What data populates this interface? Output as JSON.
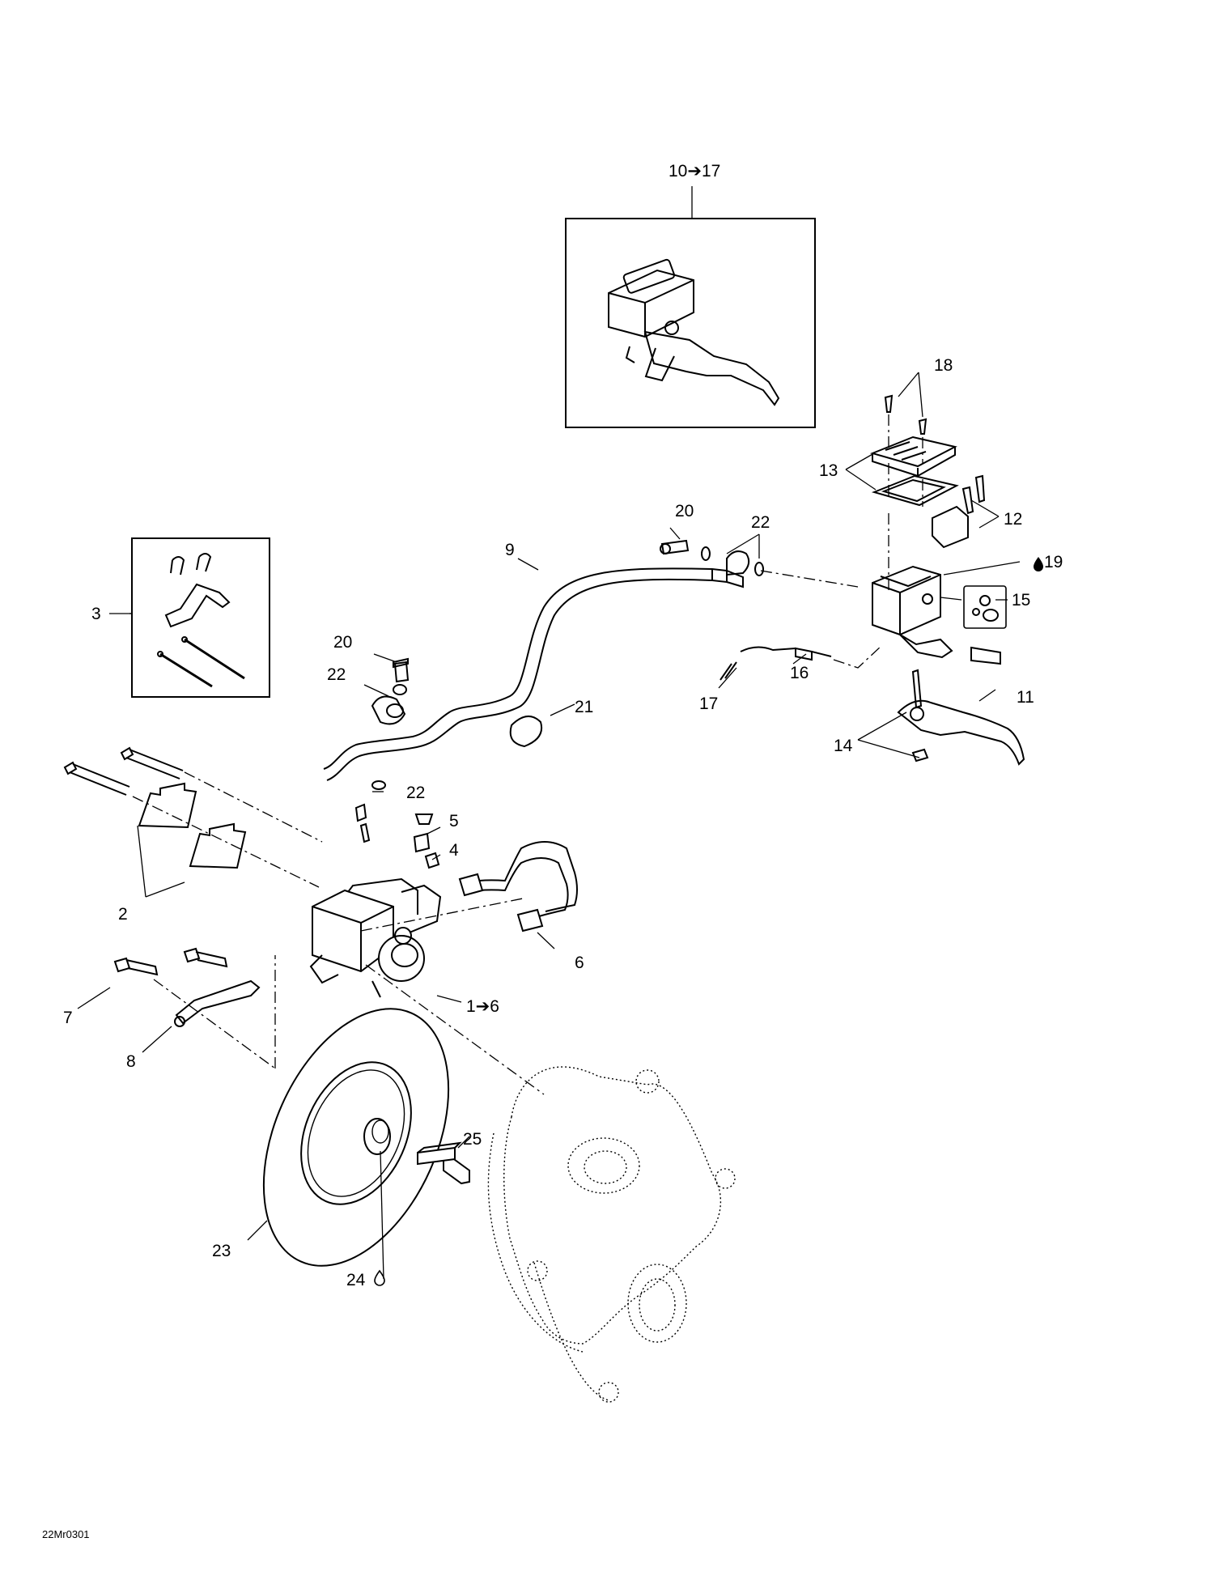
{
  "callouts": {
    "c1_6": "1➔6",
    "c2": "2",
    "c3": "3",
    "c4": "4",
    "c5": "5",
    "c6": "6",
    "c7": "7",
    "c8": "8",
    "c9": "9",
    "c10_17": "10➔17",
    "c11": "11",
    "c12": "12",
    "c13": "13",
    "c14": "14",
    "c15": "15",
    "c16": "16",
    "c17": "17",
    "c18": "18",
    "c19": "19",
    "c20a": "20",
    "c20b": "20",
    "c21": "21",
    "c22a": "22",
    "c22b": "22",
    "c22c": "22",
    "c23": "23",
    "c24": "24",
    "c25": "25"
  },
  "drawing_code": "22Mr0301",
  "icons": {
    "lubricant": "drop-icon"
  }
}
